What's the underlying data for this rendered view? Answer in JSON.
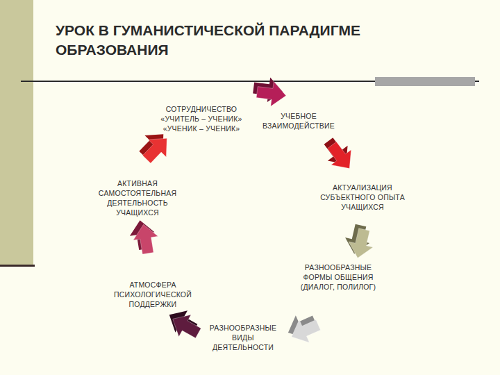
{
  "diagram": {
    "title": "УРОК В ГУМАНИСТИЧЕСКОЙ ПАРАДИГМЕ ОБРАЗОВАНИЯ",
    "labels": [
      "СОТРУДНИЧЕСТВО «УЧИТЕЛЬ – УЧЕНИК» «УЧЕНИК – УЧЕНИК»",
      "УЧЕБНОЕ ВЗАИМОДЕЙСТВИЕ",
      "АКТУАЛИЗАЦИЯ СУБЪЕКТНОГО ОПЫТА УЧАЩИХСЯ",
      "РАЗНООБРАЗНЫЕ ФОРМЫ ОБЩЕНИЯ (ДИАЛОГ, ПОЛИЛОГ)",
      "РАЗНООБРАЗНЫЕ ВИДЫ ДЕЯТЕЛЬНОСТИ",
      "АТМОСФЕРА ПСИХОЛОГИЧЕСКОЙ ПОДДЕРЖКИ",
      "АКТИВНАЯ САМОСТОЯТЕЛЬНАЯ ДЕЯТЕЛЬНОСТЬ УЧАЩИХСЯ"
    ]
  }
}
